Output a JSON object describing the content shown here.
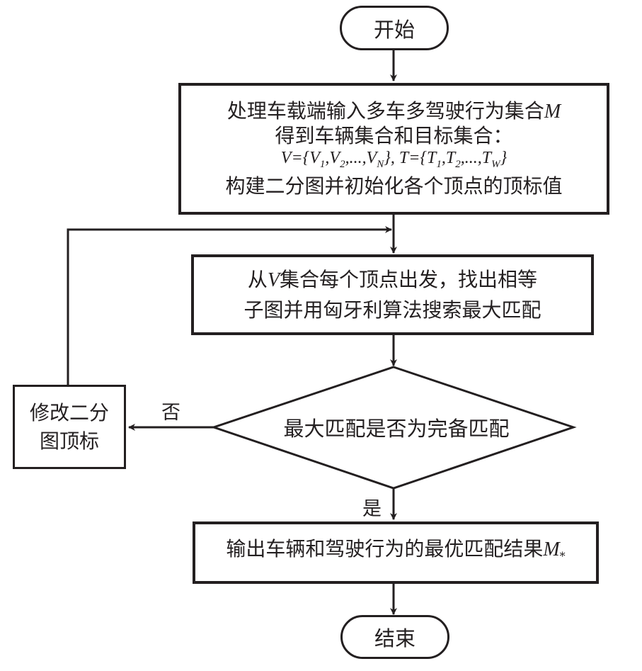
{
  "diagram": {
    "type": "flowchart",
    "colors": {
      "stroke": "#231f20",
      "background": "#ffffff"
    },
    "nodes": {
      "start": {
        "label": "开始"
      },
      "init": {
        "line1": "处理车载端输入多车多驾驶行为集合",
        "line1_var": "M",
        "line2": "得到车辆集合和目标集合：",
        "set_v": "V={V1,V2,...,VN}",
        "set_t": "T={T1,T2,...,TW}",
        "line4": "构建二分图并初始化各个顶点的顶标值"
      },
      "search": {
        "line1_prefix": "从",
        "line1_var": "V",
        "line1_suffix": "集合每个顶点出发，找出相等",
        "line2": "子图并用匈牙利算法搜索最大匹配"
      },
      "decision": {
        "label": "最大匹配是否为完备匹配"
      },
      "modify": {
        "line1": "修改二分",
        "line2": "图顶标"
      },
      "output": {
        "label": "输出车辆和驾驶行为的最优匹配结果",
        "var": "M",
        "var_sub": "*"
      },
      "end": {
        "label": "结束"
      }
    },
    "edges": {
      "no_label": "否",
      "yes_label": "是"
    }
  }
}
